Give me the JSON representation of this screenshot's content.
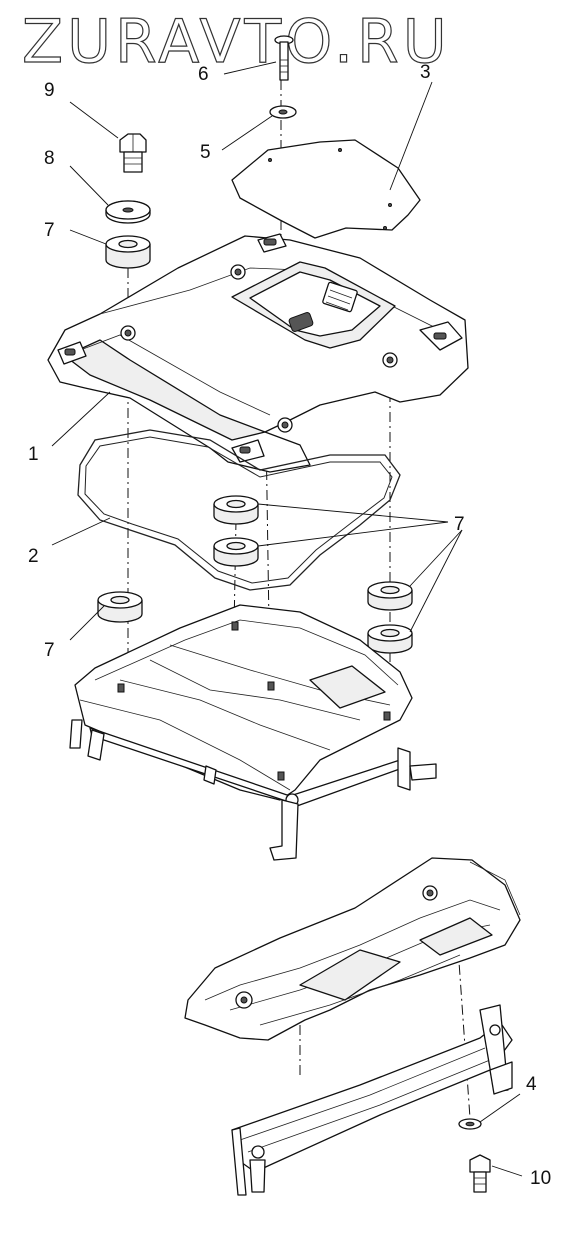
{
  "watermark": "ZURAVTO.RU",
  "callouts": {
    "c1": "1",
    "c2": "2",
    "c3": "3",
    "c4": "4",
    "c5": "5",
    "c6": "6",
    "c7a": "7",
    "c7b": "7",
    "c7c": "7",
    "c8": "8",
    "c9": "9",
    "c10": "10"
  }
}
